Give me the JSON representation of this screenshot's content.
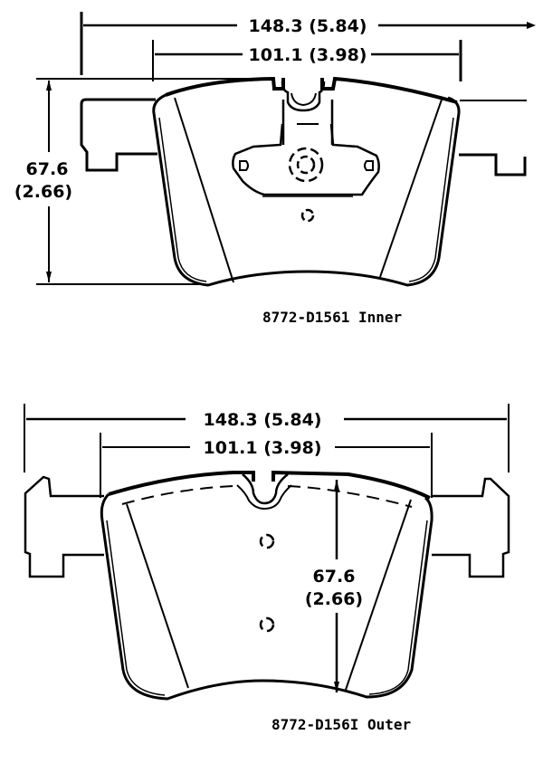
{
  "inner": {
    "overall_width": "148.3  (5.84)",
    "pad_width": "101.1  (3.98)",
    "height_mm": "67.6",
    "height_in": "(2.66)",
    "caption": "8772-D1561 Inner"
  },
  "outer": {
    "overall_width": "148.3  (5.84)",
    "pad_width": "101.1  (3.98)",
    "height_mm": "67.6",
    "height_in": "(2.66)",
    "caption": "8772-D156I Outer"
  },
  "colors": {
    "line": "#000000",
    "background": "#ffffff"
  }
}
